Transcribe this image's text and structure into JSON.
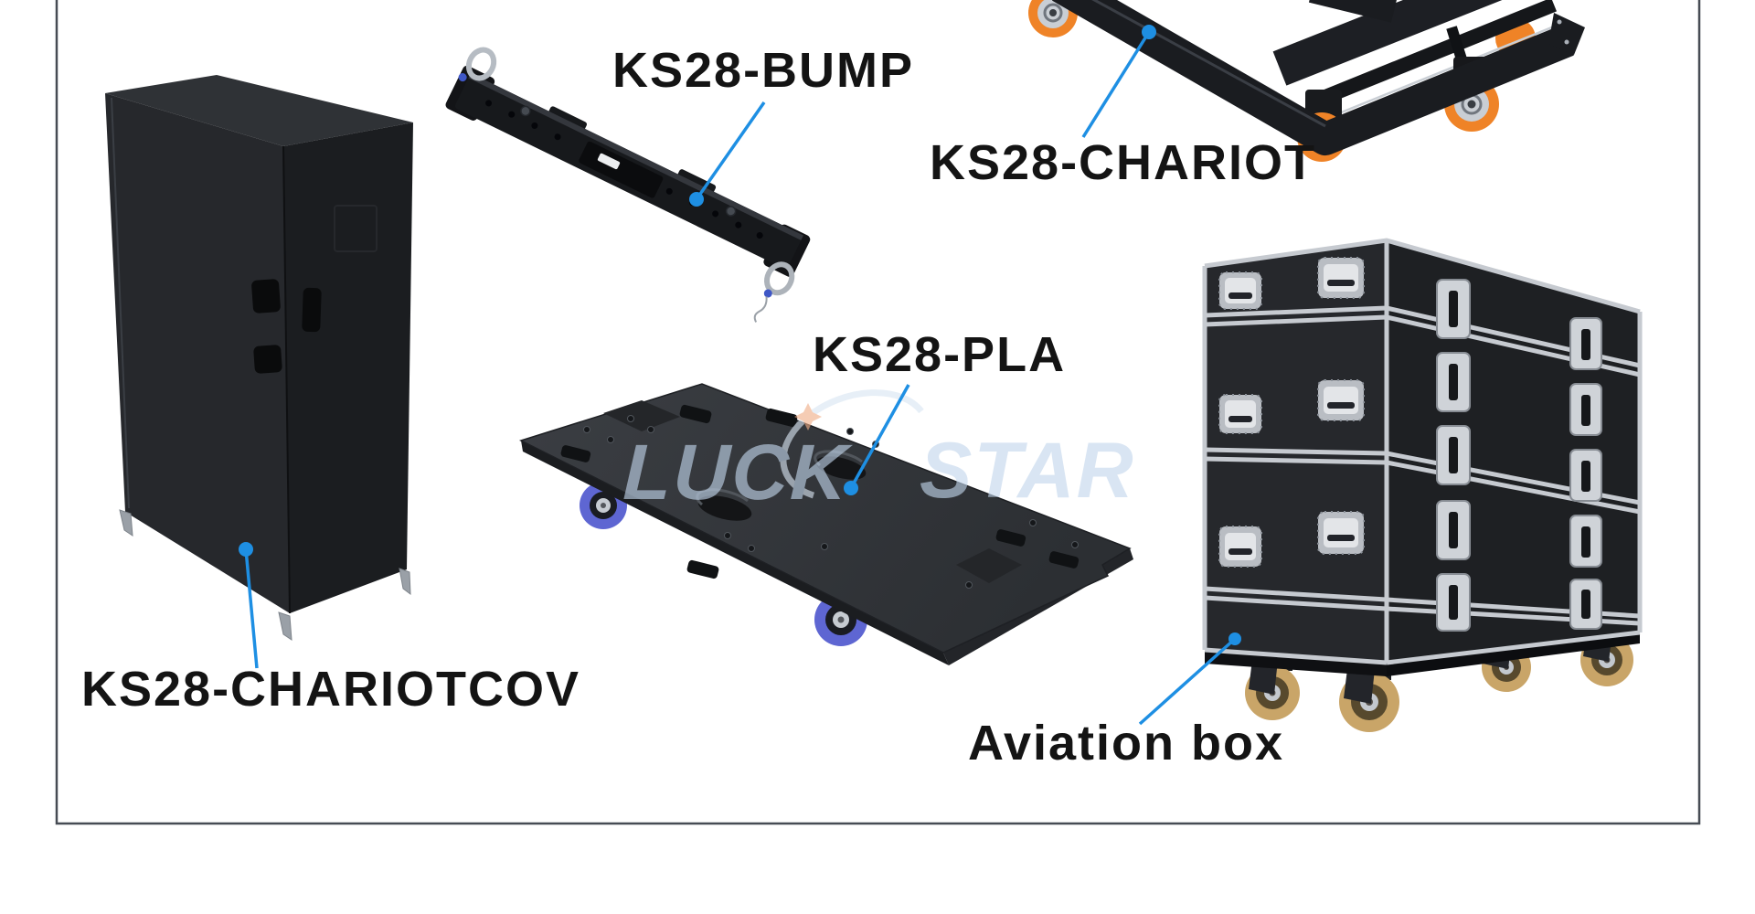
{
  "figure": {
    "description_labels_count": 5,
    "background": "#ffffff"
  },
  "frame": {
    "color": "#474c54"
  },
  "accent": {
    "leader_blue": "#1e8fe3"
  },
  "labels": {
    "chariotcov": "KS28-CHARIOTCOV",
    "bump": "KS28-BUMP",
    "chariot": "KS28-CHARIOT",
    "pla": "KS28-PLA",
    "aviation": "Aviation box"
  },
  "products": [
    {
      "label": "KS28-CHARIOTCOV"
    },
    {
      "label": "KS28-BUMP"
    },
    {
      "label": "KS28-CHARIOT"
    },
    {
      "label": "KS28-PLA"
    },
    {
      "label": "Aviation box"
    }
  ],
  "watermark": {
    "left": "LUCK",
    "right": "STAR"
  },
  "colors": {
    "cover_front": "#26282c",
    "cover_top": "#2f3236",
    "cover_side": "#1b1d20",
    "bar_black": "#17191c",
    "chariot_black": "#1a1c20",
    "caster_orange": "#ef8327",
    "caster_blue": "#5e66d2",
    "caster_gold": "#c9a568",
    "plate_top": "#34373c",
    "case_front": "#26282c",
    "case_side": "#1e2023",
    "trim_silver": "#c6cad0",
    "watermark_blue": "#c2d6ec",
    "watermark_star_orange": "#f0ad87"
  }
}
